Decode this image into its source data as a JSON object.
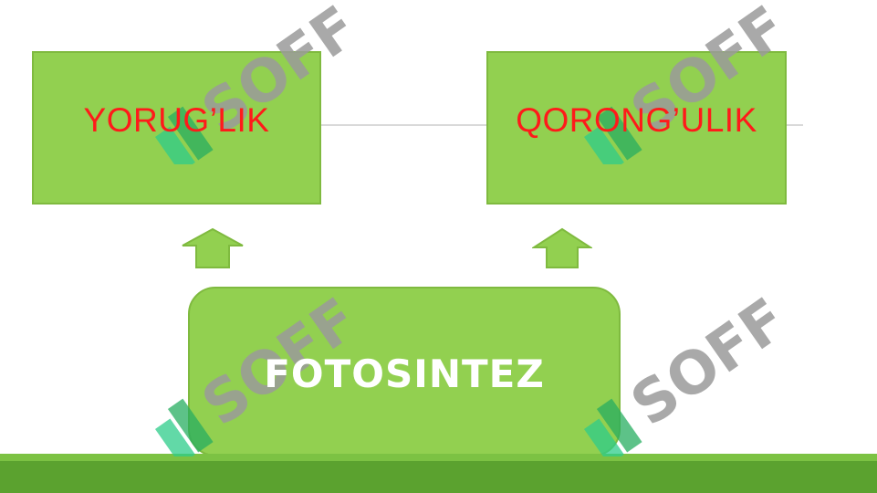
{
  "diagram": {
    "top_left_label": "YORUG’LIK",
    "top_right_label": "QORONG’ULIK",
    "bottom_label": "FOTOSINTEZ"
  },
  "watermark": {
    "text": "SOFF"
  },
  "colors": {
    "box_fill": "#92d050",
    "box_border": "#7fba3f",
    "top_label": "#ff1a1a",
    "bottom_label": "#ffffff",
    "footer_bar": "#5ba22f",
    "watermark_logo": "#2ecc8a",
    "watermark_text": "#9a9a9a"
  }
}
